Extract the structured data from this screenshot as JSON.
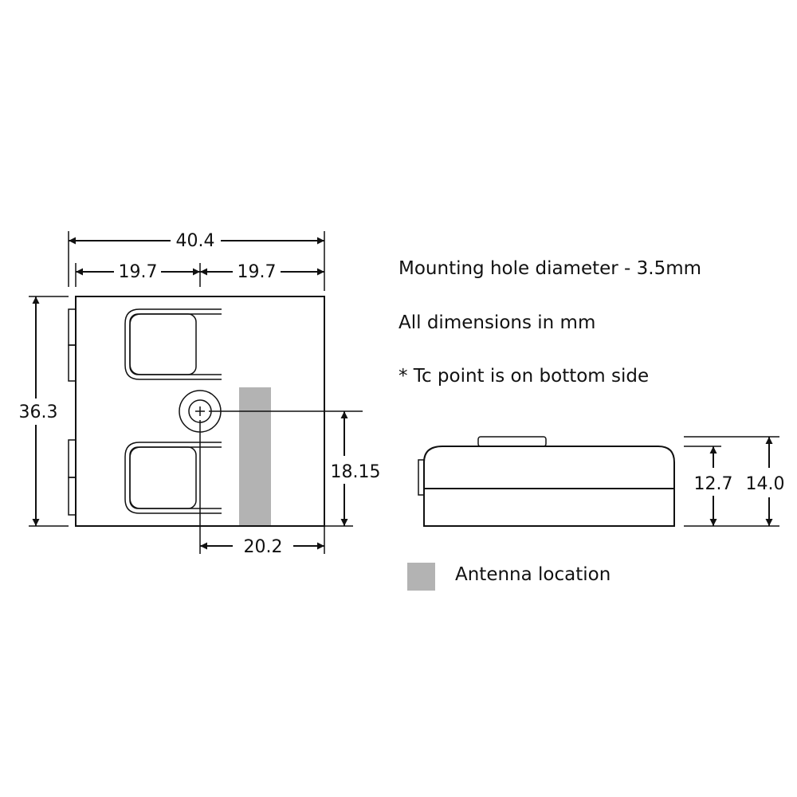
{
  "dimensions": {
    "overall_width": "40.4",
    "left_half_width": "19.7",
    "right_half_width": "19.7",
    "height": "36.3",
    "hole_from_bottom": "18.15",
    "hole_from_right": "20.2",
    "side_body_height": "12.7",
    "side_total_height": "14.0"
  },
  "notes": {
    "hole_diameter": "Mounting hole diameter - 3.5mm",
    "units": "All dimensions in mm",
    "tc_point": "* Tc point is on bottom side"
  },
  "legend": {
    "antenna_label": "Antenna location",
    "antenna_color": "#b3b3b3"
  },
  "colors": {
    "line": "#111111",
    "background": "#ffffff"
  }
}
